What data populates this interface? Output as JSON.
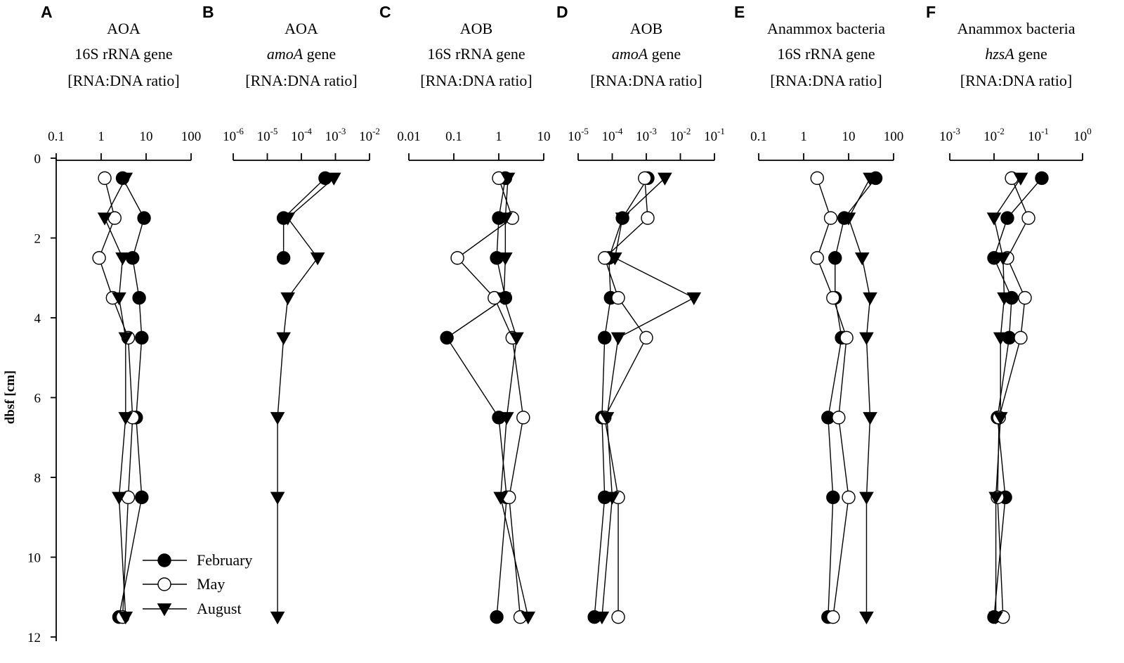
{
  "legend": {
    "items": [
      {
        "label": "February",
        "marker": "filled-circle"
      },
      {
        "label": "May",
        "marker": "open-circle"
      },
      {
        "label": "August",
        "marker": "filled-triangle-down"
      }
    ]
  },
  "y_axis": {
    "label": "dbsf [cm]",
    "ticks": [
      0,
      2,
      4,
      6,
      8,
      10,
      12
    ],
    "range": [
      0,
      12
    ]
  },
  "chart_data": [
    {
      "panel": "A",
      "type": "scatter",
      "title_lines": [
        {
          "text": "AOA"
        },
        {
          "text": "16S rRNA gene"
        },
        {
          "text": "[RNA:DNA ratio]"
        }
      ],
      "scale": "log",
      "xlim": [
        0.1,
        100
      ],
      "xticks": [
        {
          "value": 0.1,
          "label": "0.1"
        },
        {
          "value": 1,
          "label": "1"
        },
        {
          "value": 10,
          "label": "10"
        },
        {
          "value": 100,
          "label": "100"
        }
      ],
      "series": [
        {
          "name": "February",
          "points": [
            [
              3,
              0.5
            ],
            [
              9,
              1.5
            ],
            [
              5,
              2.5
            ],
            [
              7,
              3.5
            ],
            [
              8,
              4.5
            ],
            [
              6,
              6.5
            ],
            [
              8,
              8.5
            ],
            [
              2.5,
              11.5
            ]
          ]
        },
        {
          "name": "May",
          "points": [
            [
              1.2,
              0.5
            ],
            [
              2,
              1.5
            ],
            [
              0.9,
              2.5
            ],
            [
              1.8,
              3.5
            ],
            [
              4,
              4.5
            ],
            [
              5,
              6.5
            ],
            [
              4,
              8.5
            ],
            [
              3,
              11.5
            ]
          ]
        },
        {
          "name": "August",
          "points": [
            [
              3.5,
              0.5
            ],
            [
              1.2,
              1.5
            ],
            [
              3,
              2.5
            ],
            [
              2.5,
              3.5
            ],
            [
              3.5,
              4.5
            ],
            [
              3.5,
              6.5
            ],
            [
              2.5,
              8.5
            ],
            [
              3.5,
              11.5
            ]
          ]
        }
      ]
    },
    {
      "panel": "B",
      "type": "scatter",
      "title_lines": [
        {
          "text": "AOA"
        },
        {
          "text": "amoA",
          "italic": true,
          "rest": " gene"
        },
        {
          "text": "[RNA:DNA ratio]"
        }
      ],
      "scale": "log",
      "xlim": [
        1e-06,
        0.01
      ],
      "xticks": [
        {
          "value": 1e-06,
          "label": "10",
          "sup": "-6"
        },
        {
          "value": 1e-05,
          "label": "10",
          "sup": "-5"
        },
        {
          "value": 0.0001,
          "label": "10",
          "sup": "-4"
        },
        {
          "value": 0.001,
          "label": "10",
          "sup": "-3"
        },
        {
          "value": 0.01,
          "label": "10",
          "sup": "-2"
        }
      ],
      "series": [
        {
          "name": "February",
          "points": [
            [
              0.0005,
              0.5
            ],
            [
              3e-05,
              1.5
            ],
            [
              3e-05,
              2.5
            ]
          ]
        },
        {
          "name": "May",
          "points": []
        },
        {
          "name": "August",
          "points": [
            [
              0.0009,
              0.5
            ],
            [
              4e-05,
              1.5
            ],
            [
              0.0003,
              2.5
            ],
            [
              4e-05,
              3.5
            ],
            [
              3e-05,
              4.5
            ],
            [
              2e-05,
              6.5
            ],
            [
              2e-05,
              8.5
            ],
            [
              2e-05,
              11.5
            ]
          ]
        }
      ]
    },
    {
      "panel": "C",
      "type": "scatter",
      "title_lines": [
        {
          "text": "AOB"
        },
        {
          "text": "16S rRNA gene"
        },
        {
          "text": "[RNA:DNA ratio]"
        }
      ],
      "scale": "log",
      "xlim": [
        0.01,
        10
      ],
      "xticks": [
        {
          "value": 0.01,
          "label": "0.01"
        },
        {
          "value": 0.1,
          "label": "0.1"
        },
        {
          "value": 1,
          "label": "1"
        },
        {
          "value": 10,
          "label": "10"
        }
      ],
      "series": [
        {
          "name": "February",
          "points": [
            [
              1.4,
              0.5
            ],
            [
              1,
              1.5
            ],
            [
              0.9,
              2.5
            ],
            [
              1.4,
              3.5
            ],
            [
              0.07,
              4.5
            ],
            [
              1,
              6.5
            ],
            [
              1.5,
              8.5
            ],
            [
              0.9,
              11.5
            ]
          ]
        },
        {
          "name": "May",
          "points": [
            [
              1,
              0.5
            ],
            [
              2,
              1.5
            ],
            [
              0.12,
              2.5
            ],
            [
              0.8,
              3.5
            ],
            [
              2,
              4.5
            ],
            [
              3.5,
              6.5
            ],
            [
              1.7,
              8.5
            ],
            [
              3,
              11.5
            ]
          ]
        },
        {
          "name": "August",
          "points": [
            [
              1.6,
              0.5
            ],
            [
              1.4,
              1.5
            ],
            [
              1.4,
              2.5
            ],
            [
              1.3,
              3.5
            ],
            [
              2.5,
              4.5
            ],
            [
              1.5,
              6.5
            ],
            [
              1.1,
              8.5
            ],
            [
              4.5,
              11.5
            ]
          ]
        }
      ]
    },
    {
      "panel": "D",
      "type": "scatter",
      "title_lines": [
        {
          "text": "AOB"
        },
        {
          "text": "amoA",
          "italic": true,
          "rest": " gene"
        },
        {
          "text": "[RNA:DNA ratio]"
        }
      ],
      "scale": "log",
      "xlim": [
        1e-05,
        0.1
      ],
      "xticks": [
        {
          "value": 1e-05,
          "label": "10",
          "sup": "-5"
        },
        {
          "value": 0.0001,
          "label": "10",
          "sup": "-4"
        },
        {
          "value": 0.001,
          "label": "10",
          "sup": "-3"
        },
        {
          "value": 0.01,
          "label": "10",
          "sup": "-2"
        },
        {
          "value": 0.1,
          "label": "10",
          "sup": "-1"
        }
      ],
      "series": [
        {
          "name": "February",
          "points": [
            [
              0.0011,
              0.5
            ],
            [
              0.0002,
              1.5
            ],
            [
              8e-05,
              2.5
            ],
            [
              9e-05,
              3.5
            ],
            [
              6e-05,
              4.5
            ],
            [
              5e-05,
              6.5
            ],
            [
              6e-05,
              8.5
            ],
            [
              3e-05,
              11.5
            ]
          ]
        },
        {
          "name": "May",
          "points": [
            [
              0.0009,
              0.5
            ],
            [
              0.0011,
              1.5
            ],
            [
              6e-05,
              2.5
            ],
            [
              0.00015,
              3.5
            ],
            [
              0.001,
              4.5
            ],
            [
              6e-05,
              6.5
            ],
            [
              0.00015,
              8.5
            ],
            [
              0.00015,
              11.5
            ]
          ]
        },
        {
          "name": "August",
          "points": [
            [
              0.0035,
              0.5
            ],
            [
              0.0002,
              1.5
            ],
            [
              0.00012,
              2.5
            ],
            [
              0.025,
              3.5
            ],
            [
              0.00015,
              4.5
            ],
            [
              7e-05,
              6.5
            ],
            [
              0.0001,
              8.5
            ],
            [
              5e-05,
              11.5
            ]
          ]
        }
      ]
    },
    {
      "panel": "E",
      "type": "scatter",
      "title_lines": [
        {
          "text": "Anammox bacteria"
        },
        {
          "text": "16S rRNA gene"
        },
        {
          "text": "[RNA:DNA ratio]"
        }
      ],
      "scale": "log",
      "xlim": [
        0.1,
        100
      ],
      "xticks": [
        {
          "value": 0.1,
          "label": "0.1"
        },
        {
          "value": 1,
          "label": "1"
        },
        {
          "value": 10,
          "label": "10"
        },
        {
          "value": 100,
          "label": "100"
        }
      ],
      "series": [
        {
          "name": "February",
          "points": [
            [
              40,
              0.5
            ],
            [
              8,
              1.5
            ],
            [
              5,
              2.5
            ],
            [
              5,
              3.5
            ],
            [
              7,
              4.5
            ],
            [
              3.5,
              6.5
            ],
            [
              4.5,
              8.5
            ],
            [
              3.5,
              11.5
            ]
          ]
        },
        {
          "name": "May",
          "points": [
            [
              2,
              0.5
            ],
            [
              4,
              1.5
            ],
            [
              2,
              2.5
            ],
            [
              4.5,
              3.5
            ],
            [
              9,
              4.5
            ],
            [
              6,
              6.5
            ],
            [
              10,
              8.5
            ],
            [
              4.5,
              11.5
            ]
          ]
        },
        {
          "name": "August",
          "points": [
            [
              30,
              0.5
            ],
            [
              10,
              1.5
            ],
            [
              20,
              2.5
            ],
            [
              30,
              3.5
            ],
            [
              25,
              4.5
            ],
            [
              30,
              6.5
            ],
            [
              25,
              8.5
            ],
            [
              25,
              11.5
            ]
          ]
        }
      ]
    },
    {
      "panel": "F",
      "type": "scatter",
      "title_lines": [
        {
          "text": "Anammox bacteria"
        },
        {
          "text": "hzsA",
          "italic": true,
          "rest": " gene"
        },
        {
          "text": "[RNA:DNA ratio]"
        }
      ],
      "scale": "log",
      "xlim": [
        0.001,
        1
      ],
      "xticks": [
        {
          "value": 0.001,
          "label": "10",
          "sup": "-3"
        },
        {
          "value": 0.01,
          "label": "10",
          "sup": "-2"
        },
        {
          "value": 0.1,
          "label": "10",
          "sup": "-1"
        },
        {
          "value": 1,
          "label": "10",
          "sup": "0"
        }
      ],
      "series": [
        {
          "name": "February",
          "points": [
            [
              0.12,
              0.5
            ],
            [
              0.02,
              1.5
            ],
            [
              0.01,
              2.5
            ],
            [
              0.025,
              3.5
            ],
            [
              0.022,
              4.5
            ],
            [
              0.012,
              6.5
            ],
            [
              0.018,
              8.5
            ],
            [
              0.01,
              11.5
            ]
          ]
        },
        {
          "name": "May",
          "points": [
            [
              0.025,
              0.5
            ],
            [
              0.06,
              1.5
            ],
            [
              0.02,
              2.5
            ],
            [
              0.05,
              3.5
            ],
            [
              0.04,
              4.5
            ],
            [
              0.013,
              6.5
            ],
            [
              0.012,
              8.5
            ],
            [
              0.016,
              11.5
            ]
          ]
        },
        {
          "name": "August",
          "points": [
            [
              0.04,
              0.5
            ],
            [
              0.01,
              1.5
            ],
            [
              0.016,
              2.5
            ],
            [
              0.017,
              3.5
            ],
            [
              0.014,
              4.5
            ],
            [
              0.014,
              6.5
            ],
            [
              0.011,
              8.5
            ],
            [
              0.011,
              11.5
            ]
          ]
        }
      ]
    }
  ]
}
